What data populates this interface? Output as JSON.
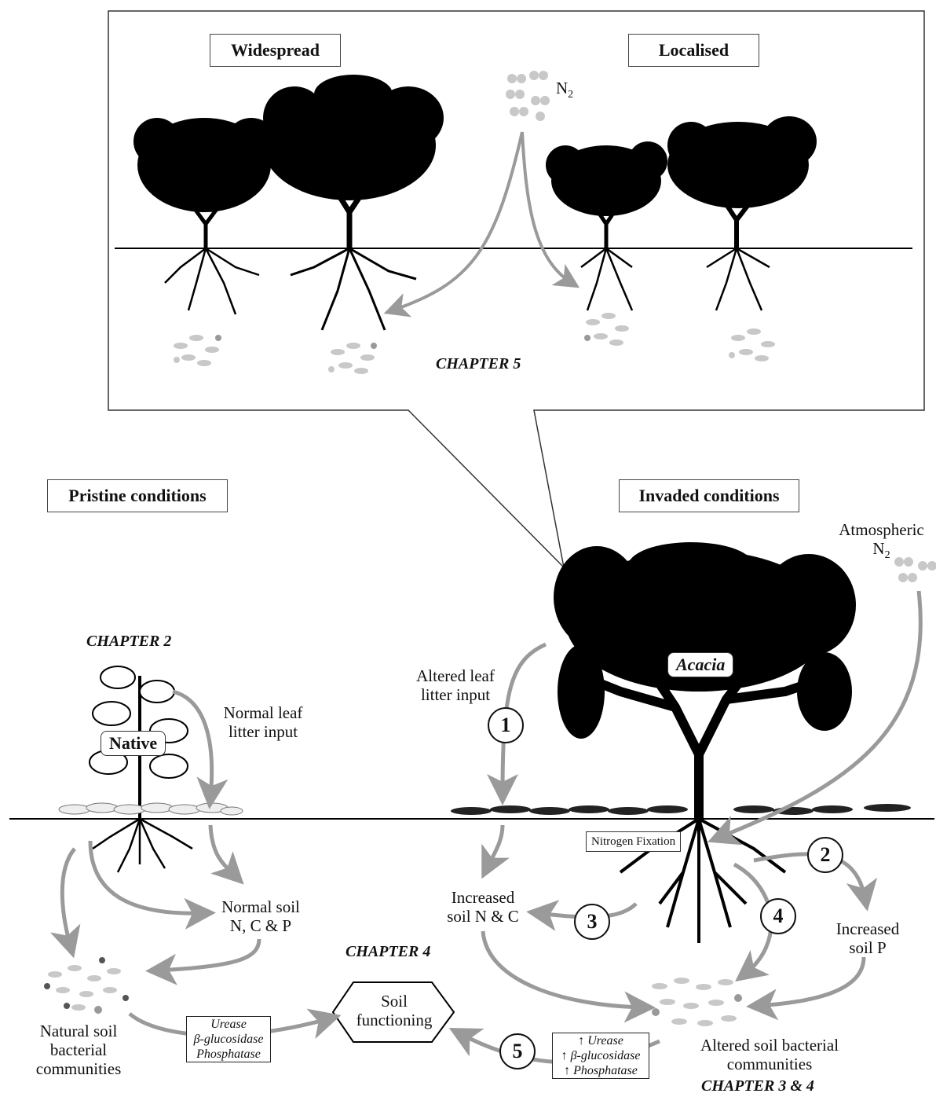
{
  "top_panel": {
    "widespread_label": "Widespread",
    "localised_label": "Localised",
    "n2_label": "N",
    "n2_sub": "2",
    "chapter": "CHAPTER 5"
  },
  "pristine": {
    "title": "Pristine conditions",
    "chapter": "CHAPTER 2",
    "plant_label": "Native",
    "litter_label_1": "Normal leaf",
    "litter_label_2": "litter input",
    "soil_label_1": "Normal soil",
    "soil_label_2": "N, C & P",
    "bacteria_label_1": "Natural soil",
    "bacteria_label_2": "bacterial",
    "bacteria_label_3": "communities",
    "enzymes": [
      "Urease",
      "β-glucosidase",
      "Phosphatase"
    ]
  },
  "center": {
    "chapter": "CHAPTER 4",
    "soil_functioning_1": "Soil",
    "soil_functioning_2": "functioning"
  },
  "invaded": {
    "title": "Invaded conditions",
    "atm_label": "Atmospheric",
    "atm_n": "N",
    "atm_sub": "2",
    "plant_label": "Acacia",
    "litter_label_1": "Altered leaf",
    "litter_label_2": "litter input",
    "fixation_label": "Nitrogen Fixation",
    "soil_nc_1": "Increased",
    "soil_nc_2": "soil N & C",
    "soil_p_1": "Increased",
    "soil_p_2": "soil P",
    "bacteria_label_1": "Altered soil bacterial",
    "bacteria_label_2": "communities",
    "chapter": "CHAPTER 3 & 4",
    "enzymes": [
      "↑ Urease",
      "↑ β-glucosidase",
      "↑ Phosphatase"
    ],
    "steps": [
      "1",
      "2",
      "3",
      "4",
      "5"
    ]
  },
  "colors": {
    "arrow": "#9a9a9a",
    "tree": "#000000",
    "bacteria_light": "#c8c8c8",
    "bacteria_dark": "#555555"
  }
}
